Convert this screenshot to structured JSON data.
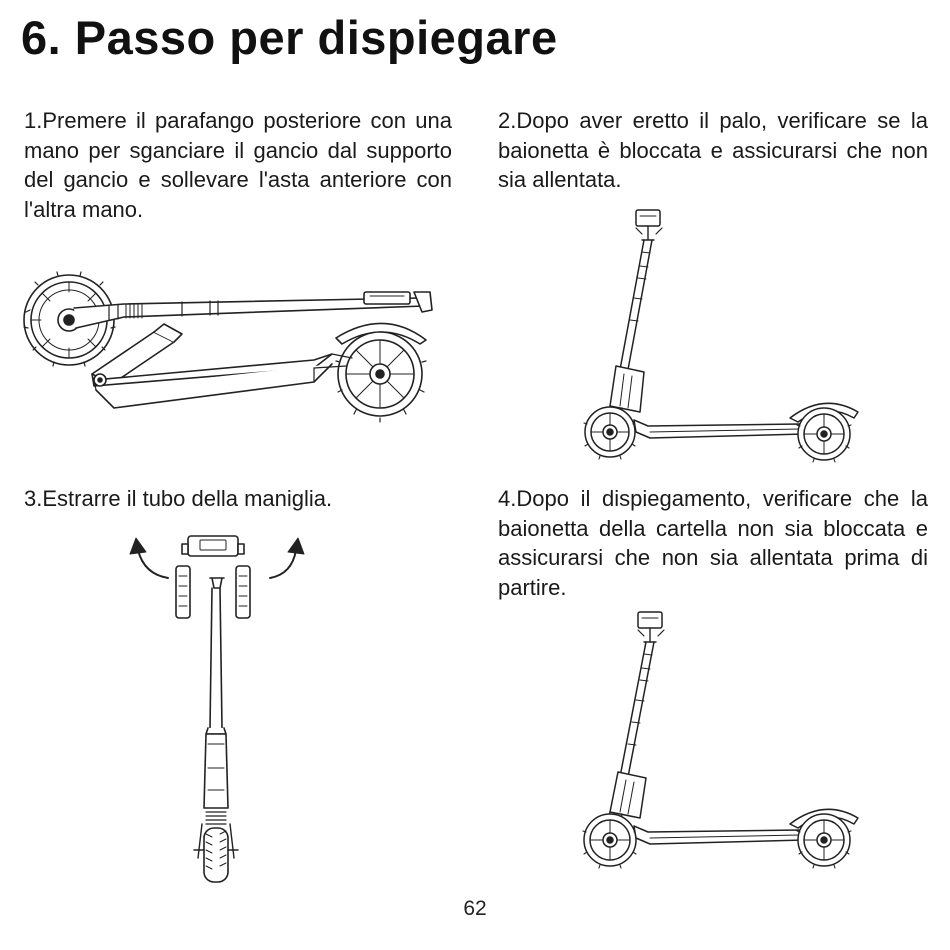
{
  "page": {
    "title": "6. Passo per dispiegare",
    "page_number": "62"
  },
  "steps": [
    {
      "text": "1.Premere il parafango posteriore con una mano per sganciare il gancio dal supporto del gancio e sollevare l'asta anteriore con l'altra mano."
    },
    {
      "text": "2.Dopo aver eretto il palo, verificare se la baionetta è bloccata e assicurarsi che non sia allentata."
    },
    {
      "text": "3.Estrarre il tubo della maniglia."
    },
    {
      "text": "4.Dopo il dispiegamento, verificare che la baionetta della cartella non sia bloccata e assicurarsi che non sia allentata prima di partire."
    }
  ],
  "illustrations": [
    {
      "icon": "folded-scooter-icon"
    },
    {
      "icon": "unfolded-scooter-icon"
    },
    {
      "icon": "handlebar-extend-icon"
    },
    {
      "icon": "unfolded-scooter-icon"
    }
  ]
}
